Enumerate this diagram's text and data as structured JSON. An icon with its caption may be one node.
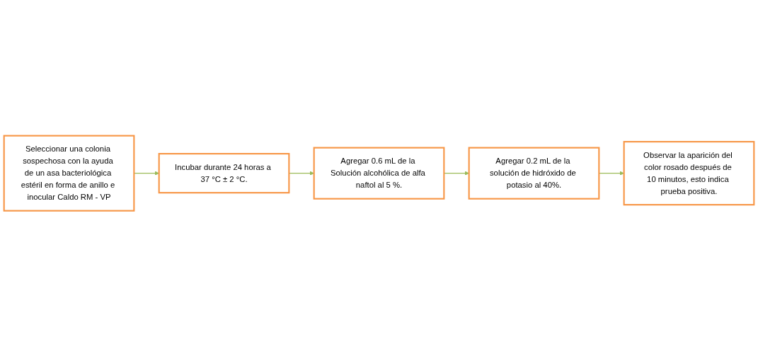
{
  "diagram": {
    "nodes": [
      {
        "text": [
          "Seleccionar una colonia sospechosa con la ayuda de un asa bacteriológica estéril en forma de anillo e inocular Caldo RM - VP"
        ]
      },
      {
        "text": [
          "Incubar durante 24 horas a 37 °C ± 2 °C."
        ]
      },
      {
        "text": [
          "Agregar 0.6 mL de la Solución alcohólica de alfa naftol al 5 %."
        ]
      },
      {
        "text": [
          "Agregar 0.2 mL de la solución de hidróxido de potasio al 40%."
        ]
      },
      {
        "text": [
          "Observar la aparición del color rosado después de 10 minutos, esto indica prueba positiva."
        ]
      }
    ],
    "edges": [
      {
        "from": 0,
        "to": 1,
        "arrow": "to"
      },
      {
        "from": 1,
        "to": 2,
        "arrow": "to"
      },
      {
        "from": 2,
        "to": 3,
        "arrow": "to"
      },
      {
        "from": 3,
        "to": 4,
        "arrow": "to"
      }
    ]
  }
}
